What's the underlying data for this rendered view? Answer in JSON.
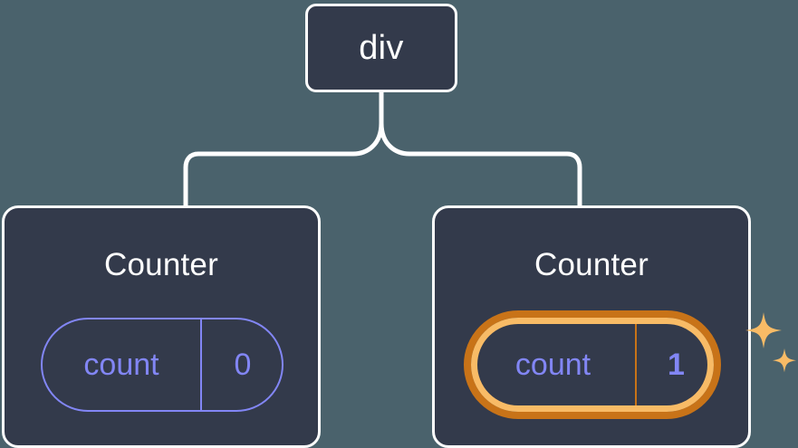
{
  "diagram": {
    "title": "React component tree with highlighted state",
    "background_color": "#4a626c",
    "node_fill": "#333a4b",
    "node_border": "#fdfdfd",
    "connector_color": "#ffffff",
    "accent_state_color": "#8286f5",
    "highlight_outer_color": "#c87318",
    "highlight_inner_color": "#f8bb66",
    "sparkle_color": "#f8bb66"
  },
  "root": {
    "label": "div"
  },
  "children": [
    {
      "title": "Counter",
      "state": {
        "key": "count",
        "value": "0"
      },
      "highlighted": false
    },
    {
      "title": "Counter",
      "state": {
        "key": "count",
        "value": "1"
      },
      "highlighted": true
    }
  ]
}
